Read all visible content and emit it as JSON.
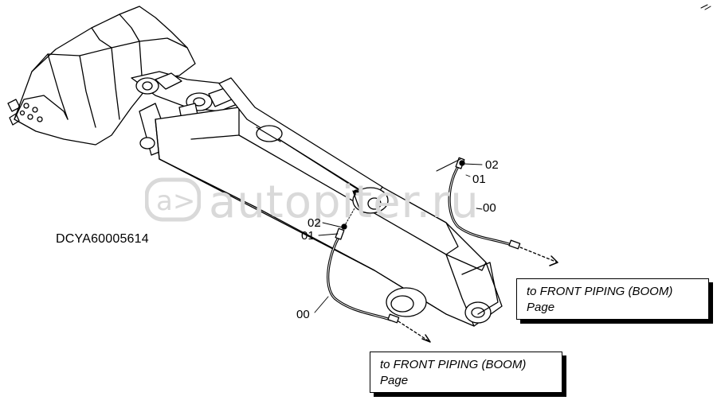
{
  "drawing": {
    "code": "DCYA60005614",
    "part_labels": {
      "upper_02": "02",
      "upper_01": "01",
      "upper_00": "00",
      "lower_02": "02",
      "lower_01": "01",
      "lower_00": "00"
    },
    "references": [
      {
        "line1": "to FRONT PIPING (BOOM)",
        "line2": "Page"
      },
      {
        "line1": "to FRONT PIPING (BOOM)",
        "line2": "Page"
      }
    ]
  },
  "watermark": {
    "text": "autopiter.ru",
    "logo": "a>"
  }
}
